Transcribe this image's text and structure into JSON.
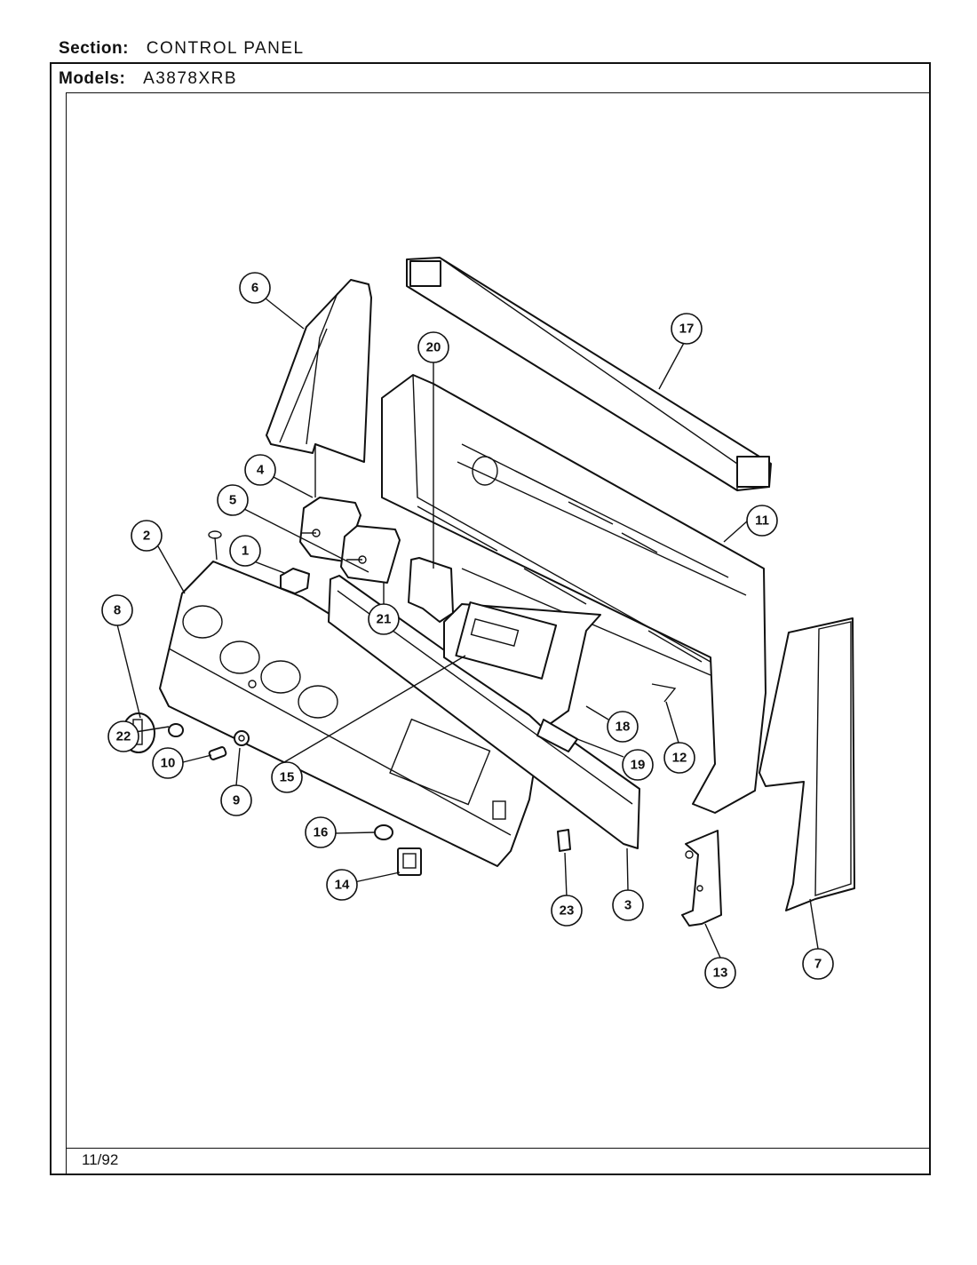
{
  "header": {
    "section_label": "Section:",
    "section_value": "CONTROL PANEL",
    "models_label": "Models:",
    "models_value": "A3878XRB"
  },
  "footer": {
    "date": "11/92"
  },
  "callouts": [
    "1",
    "2",
    "3",
    "4",
    "5",
    "6",
    "7",
    "8",
    "9",
    "10",
    "11",
    "12",
    "13",
    "14",
    "15",
    "16",
    "17",
    "18",
    "19",
    "20",
    "21",
    "22",
    "23"
  ]
}
